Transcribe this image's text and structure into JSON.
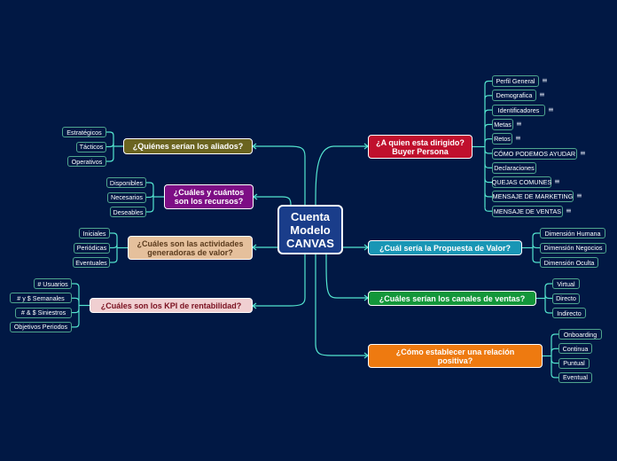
{
  "colors": {
    "background": "#011844",
    "link": "#54e5cf",
    "leaf_border": "#4fa58e"
  },
  "center": {
    "lines": [
      "Cuenta",
      "Modelo",
      "CANVAS"
    ]
  },
  "right_topics": [
    {
      "id": "buyer",
      "lines": [
        "¿A quien esta dirigido?",
        "Buyer Persona"
      ],
      "color": "#c0102d",
      "leaves": [
        "Perfil General",
        "Demografica",
        "Identificadores",
        "Metas",
        "Retos",
        "CÓMO PODEMOS AYUDAR",
        "Declaraciones",
        "QUEJAS COMUNES",
        "MENSAJE DE MARKETING",
        "MENSAJE DE VENTAS"
      ],
      "notes": [
        true,
        true,
        true,
        true,
        true,
        true,
        false,
        true,
        true,
        true
      ]
    },
    {
      "id": "valor",
      "lines": [
        "¿Cuál sería la Propuesta de Valor?"
      ],
      "color": "#1996b5",
      "leaves": [
        "Dimensión Humana",
        "Dimensión Negocios",
        "Dimensión Oculta"
      ]
    },
    {
      "id": "canales",
      "lines": [
        "¿Cuáles serían los canales de ventas?"
      ],
      "color": "#13963a",
      "leaves": [
        "Virtual",
        "Directo",
        "Indirecto"
      ]
    },
    {
      "id": "relacion",
      "lines": [
        "¿Cómo establecer una relación",
        "positiva?"
      ],
      "color": "#ee7a10",
      "leaves": [
        "Onboarding",
        "Continua",
        "Puntual",
        "Eventual"
      ]
    }
  ],
  "left_topics": [
    {
      "id": "aliados",
      "lines": [
        "¿Quiénes serían los aliados?"
      ],
      "color": "#6b6420",
      "text_color": "#ffffff",
      "leaves": [
        "Estratégicos",
        "Tácticos",
        "Operativos"
      ]
    },
    {
      "id": "recursos",
      "lines": [
        "¿Cuáles y cuántos",
        "son los recursos?"
      ],
      "color": "#7d0e85",
      "text_color": "#ffffff",
      "leaves": [
        "Disponibles",
        "Necesarios",
        "Deseables"
      ]
    },
    {
      "id": "actividades",
      "lines": [
        "¿Cuáles son las actividades",
        "generadoras de valor?"
      ],
      "color": "#e5c09c",
      "text_color": "#5a3a1c",
      "leaves": [
        "Iniciales",
        "Periódicas",
        "Eventuales"
      ]
    },
    {
      "id": "kpi",
      "lines": [
        "¿Cuáles son los KPI de rentabilidad?"
      ],
      "color": "#f0cfd1",
      "text_color": "#7a1020",
      "leaves": [
        "# Usuarios",
        "# y $ Semanales",
        "# & $ Siniestros",
        "Objetivos Periodos"
      ]
    }
  ],
  "note_icon": "≡"
}
